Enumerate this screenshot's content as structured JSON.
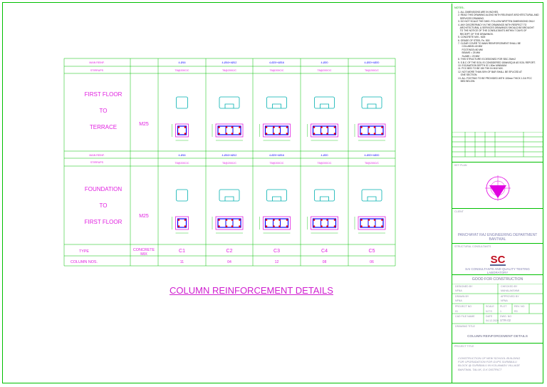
{
  "drawing": {
    "title": "COLUMN REINFORCEMENT DETAILS"
  },
  "schedule": {
    "columns": [
      "C1",
      "C2",
      "C3",
      "C4",
      "C5"
    ],
    "counts": [
      "11",
      "04",
      "12",
      "08",
      "06"
    ],
    "type_label": "TYPE",
    "concrete_label": "CONCRETE\nMIX",
    "column_nos_label": "COLUMN NOS.",
    "main_reinf_label": "MAIN REINF.",
    "stirrups_label": "STIRRUPS",
    "mix": "M25",
    "upper": {
      "label_lines": [
        "FIRST FLOOR",
        "TO",
        "TERRACE"
      ],
      "main_reinf": [
        "4-Ø16",
        "4-Ø16+4Ø12",
        "4-Ø20+4Ø16",
        "4-Ø20",
        "4-Ø20+4Ø20"
      ],
      "stirrups": [
        "T8@200C/C",
        "T8@200C/C",
        "T8@200C/C",
        "T8@200C/C",
        "T8@200C/C"
      ]
    },
    "lower": {
      "label_lines": [
        "FOUNDATION",
        "TO",
        "FIRST FLOOR"
      ],
      "main_reinf": [
        "4-Ø16",
        "4-Ø16+4Ø12",
        "4-Ø20+4Ø16",
        "4-Ø20",
        "4-Ø20+4Ø20"
      ],
      "stirrups": [
        "T8@200C/C",
        "T8@200C/C",
        "T8@200C/C",
        "T8@200C/C",
        "T8@200C/C"
      ]
    }
  },
  "title_block": {
    "notes_label": "NOTES:-",
    "notes": [
      "1. ALL DIMENSIONS ARE IN INCHES.",
      "2. READ THIS DRAWING ALONG WITH RELEVANT ARCHITECTURAL AND",
      "   SERVICES DRAWING.",
      "3. DO NOT SCALE THE DWG. FOLLOW WRITTEN DIMENSIONS ONLY.",
      "4. ANY DISCREPANCY IN THE DRAWINGS WITH RESPECT TO",
      "   ARCHITECTURAL & SERVICES DRAWINGS SHOULD BE BROUGHT",
      "   TO THE NOTICE OF THE CONSULTANTS WITHIN 7 DAYS OF",
      "   RECEIPT OF THE DRAWINGS.",
      "5. CONCRETE MIX:- M25",
      "6. GRADE OF STEEL Fe- 500",
      "7. CLEAR COVER TO MAIN REINFORCEMENT SHALL BE",
      "      COLUMNS=40 MM",
      "      FOOTINGS=50 MM",
      "      BEAMS = 25 MM",
      "      SLABS = 20 MM",
      "8. THIS STRUCTURE IS DESIGNED FOR SBC 20t/m2",
      "9. S.B.C OF THE SOIL IS CONSIDERED 150kN/SQ.M AS SOIL REPORT.",
      "10. EXCAVATION DEPTH IS 1.50m MINIMUM.",
      "11. PCC BED TO BE 150 THK IN M10 MIX.",
      "12. NOT MORE THAN 50% OF BAR SHALL BE SPLICED AT",
      "    ONE SECTION.",
      "13. ALL FOOTING TO BE PROVIDED WITH 100mm THICK 1:3:6 PCC",
      "    BED BELOW."
    ],
    "north_label": "KEY PLAN",
    "client_label": "CLIENT",
    "client": "PANCHAYAT RAJ ENGINEERING DEPARTMENT",
    "client_sub": "BANTWAL",
    "consultant_label": "STRUCTURAL CONSULTANTS",
    "consultant": "SAI CONSULTANTS AND QUALITY TESTING",
    "consultant_sub": "LABORATORY",
    "status": "GOOD FOR CONSTRUCTION",
    "designed_by_label": "DESIGNED BY",
    "designed_by": "NFNA",
    "checked_by_label": "CHECKED BY",
    "checked_by": "MAHALAKSHMI",
    "drawn_by_label": "DRAWN BY",
    "drawn_by": "NFNA",
    "approved_by_label": "APPROVED BY",
    "approved_by": "NFNA",
    "project_no_label": "PROJECT NO",
    "project_no": "01",
    "scale_label": "SCALE",
    "scale": "N.T.S",
    "plot_label": "PLOT",
    "plot": "1",
    "rev_label": "REV. NO",
    "rev": "R0",
    "cad_label": "CAD FILE NAME",
    "date_label": "DATE",
    "date": "04.12.2020",
    "dwg_no_label": "DWG. NO",
    "dwg_no": "STR-02",
    "drawing_title_label": "DRAWING TITLE",
    "drawing_title": "COLUMN REINFORCEMENT DETAILS",
    "project_title_label": "PROJECT TITLE",
    "project_title": [
      "CONSTRUCTION OF NEW SCHOOL BUILDING",
      "FOR UPGRADATION FOR GUPS SURIBAILU",
      "BLOCK @ SURIBAILU IN KOLANADU VILLAGE",
      "BANTWAL TALUK, D.K DISTRICT"
    ],
    "logo_text": "SC"
  },
  "colors": {
    "frame": "#00c000",
    "magenta": "#e020e0",
    "blue": "#0000ff",
    "red": "#ff0000",
    "cyan": "#00b0b0"
  }
}
